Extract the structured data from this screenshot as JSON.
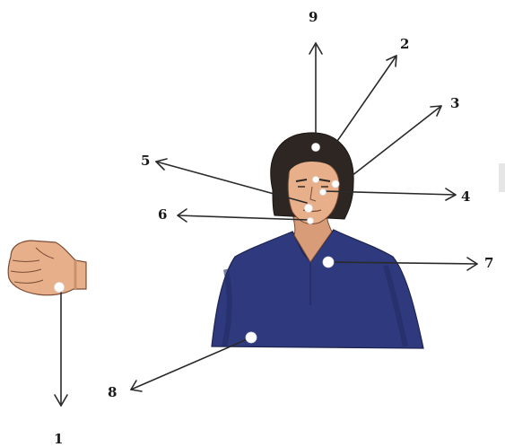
{
  "labels": {
    "n1": "1",
    "n2": "2",
    "n3": "3",
    "n4": "4",
    "n5": "5",
    "n6": "6",
    "n7": "7",
    "n8": "8",
    "n9": "9"
  },
  "colors": {
    "shirt": "#2f3a7e",
    "shirt_shadow": "#232c63",
    "skin": "#e7b08a",
    "hair": "#2e2622",
    "line": "#2a2a2a"
  }
}
